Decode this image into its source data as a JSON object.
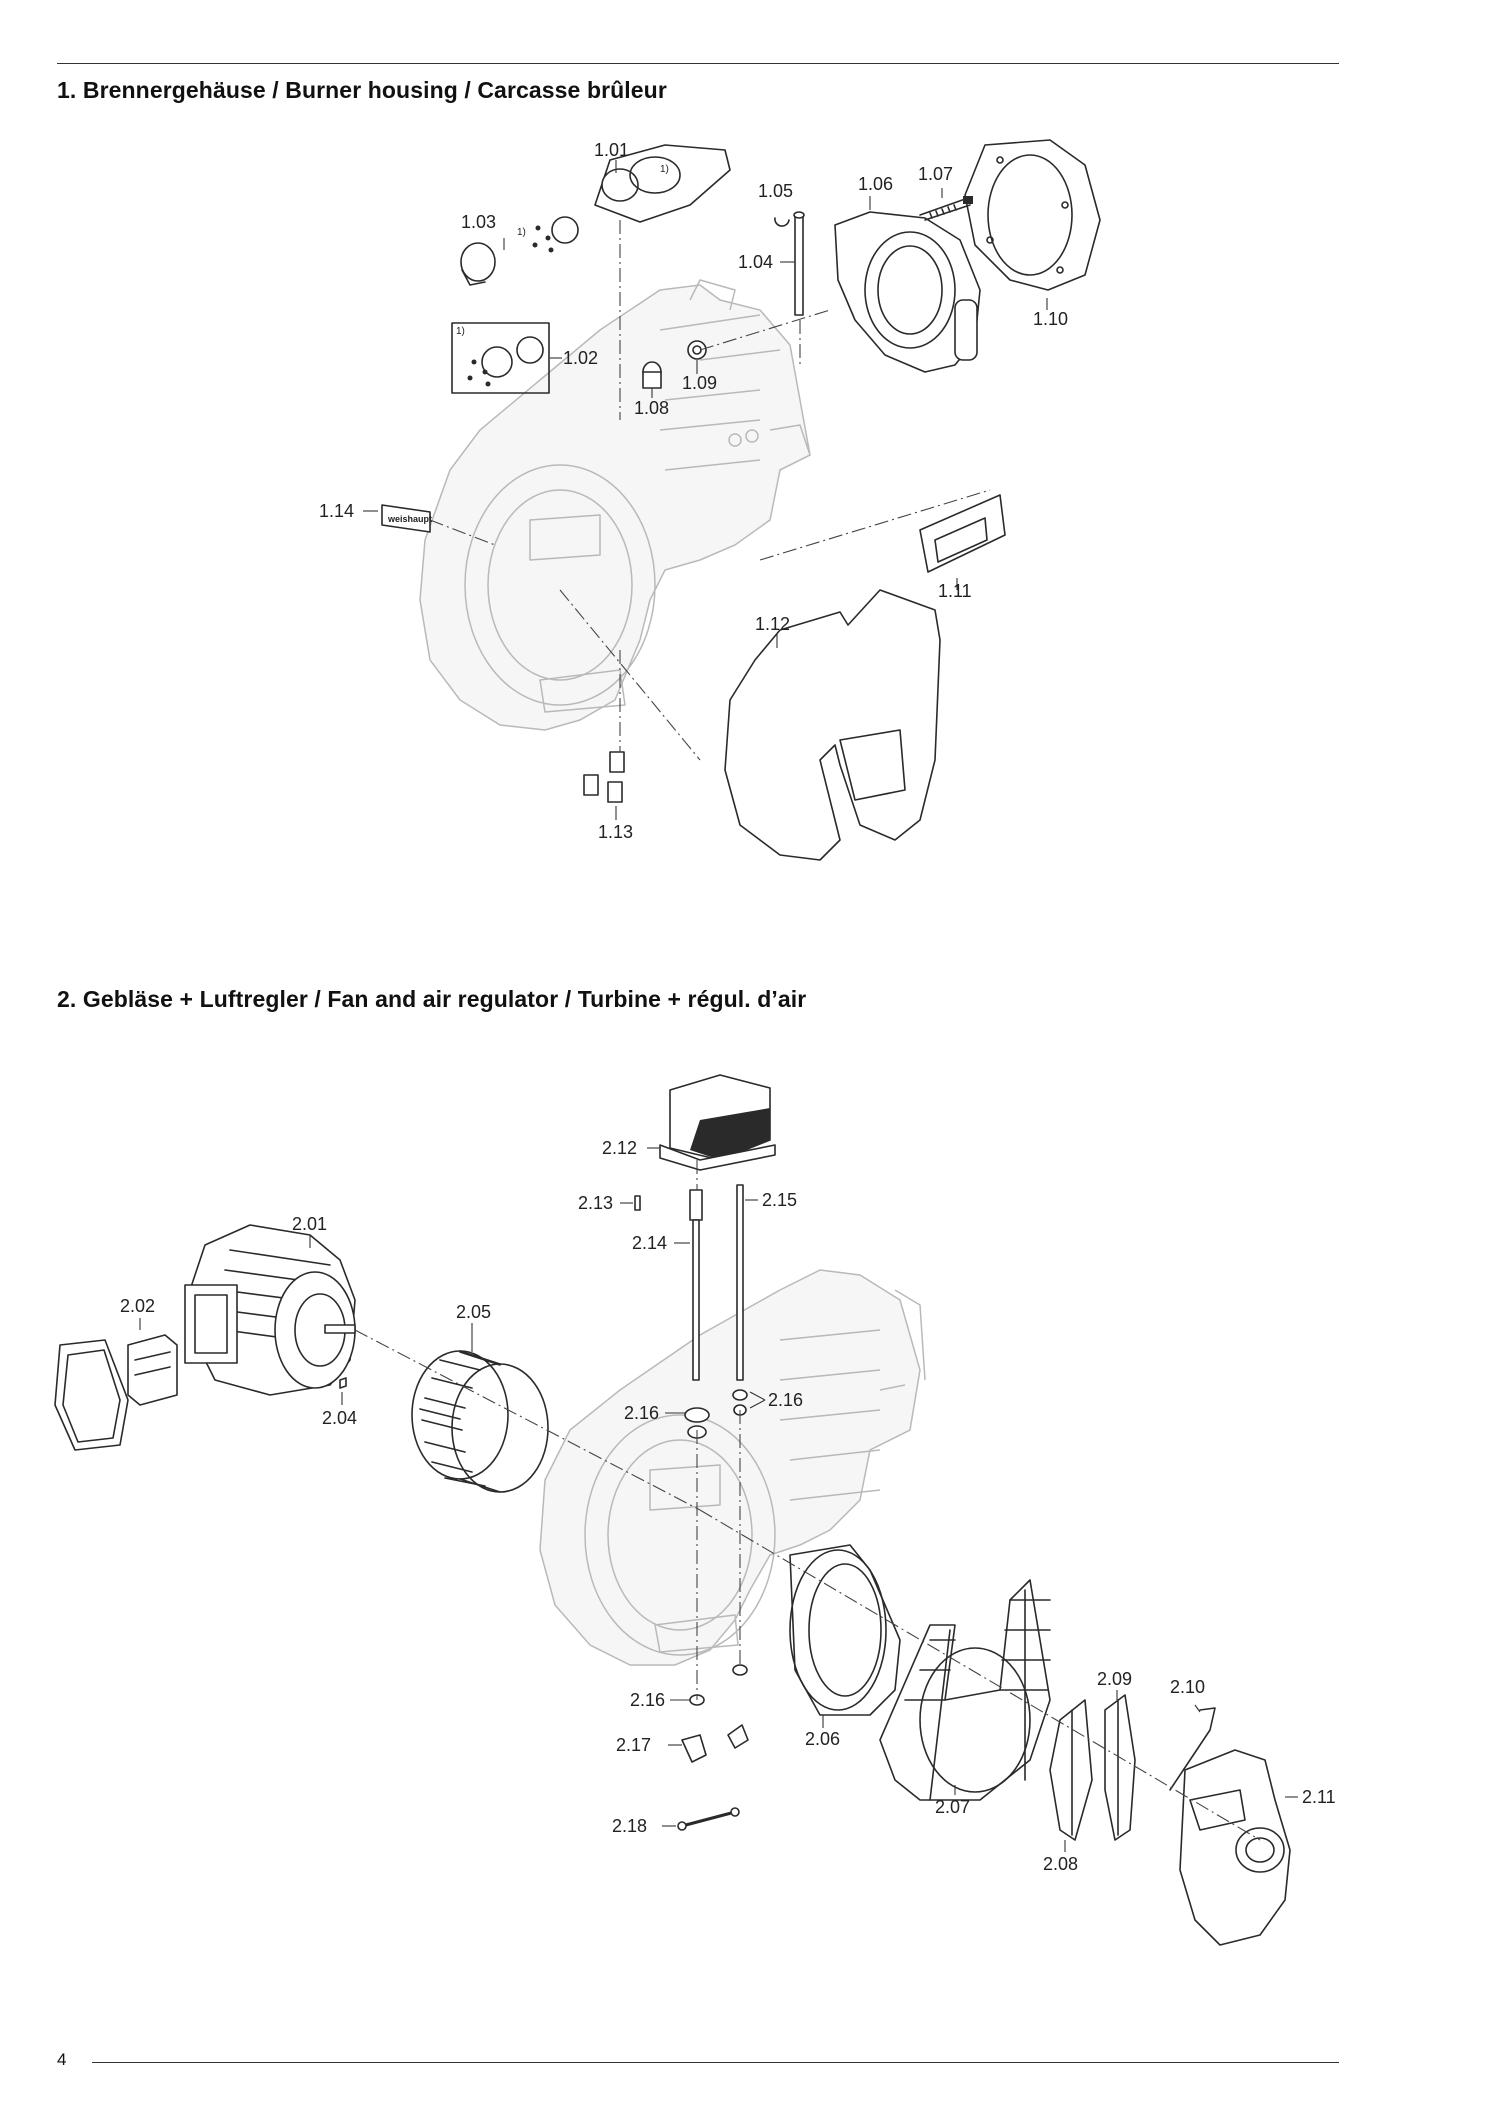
{
  "sections": [
    {
      "title": "1. Brennergehäuse / Burner housing / Carcasse brûleur",
      "callouts": [
        {
          "label": "1.01"
        },
        {
          "label": "1.02"
        },
        {
          "label": "1.03"
        },
        {
          "label": "1.04"
        },
        {
          "label": "1.05"
        },
        {
          "label": "1.06"
        },
        {
          "label": "1.07"
        },
        {
          "label": "1.08"
        },
        {
          "label": "1.09"
        },
        {
          "label": "1.10"
        },
        {
          "label": "1.11"
        },
        {
          "label": "1.12"
        },
        {
          "label": "1.13"
        },
        {
          "label": "1.14"
        }
      ],
      "notes": [
        "1)",
        "1)",
        "1)"
      ],
      "nameplate_text": "weishaupt"
    },
    {
      "title": "2. Gebläse + Luftregler / Fan and air regulator / Turbine + régul. d’air",
      "callouts": [
        {
          "label": "2.01"
        },
        {
          "label": "2.02"
        },
        {
          "label": "2.04"
        },
        {
          "label": "2.05"
        },
        {
          "label": "2.06"
        },
        {
          "label": "2.07"
        },
        {
          "label": "2.08"
        },
        {
          "label": "2.09"
        },
        {
          "label": "2.10"
        },
        {
          "label": "2.11"
        },
        {
          "label": "2.12"
        },
        {
          "label": "2.13"
        },
        {
          "label": "2.14"
        },
        {
          "label": "2.15"
        },
        {
          "label": "2.16"
        },
        {
          "label": "2.16"
        },
        {
          "label": "2.16"
        },
        {
          "label": "2.17"
        },
        {
          "label": "2.18"
        }
      ]
    }
  ],
  "footer": {
    "page_number": "4"
  }
}
